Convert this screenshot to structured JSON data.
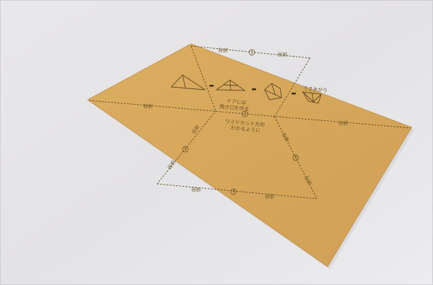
{
  "photo": {
    "subject": "origami-paper-sheet",
    "paper_color": "#d6a95c",
    "background_color": "#e5e4e6"
  },
  "labels": {
    "top_fold": "谷折",
    "center_text_1": "ドアには",
    "center_text_2": "開き口を作る",
    "center_text_3": "ワイドカット方向",
    "center_text_4": "わかるように",
    "left_fold": "谷折",
    "right_fold": "谷折",
    "bottom_fold_left": "谷折",
    "bottom_fold_right": "谷折",
    "diag_left_1": "谷折",
    "diag_left_2": "谷折",
    "diag_right_1": "谷折",
    "diag_right_2": "谷折",
    "circle_top": "①",
    "circle_mid": "②",
    "circle_left": "③",
    "circle_right": "③",
    "circle_bottom": "④",
    "small_caption": "できあがり"
  }
}
